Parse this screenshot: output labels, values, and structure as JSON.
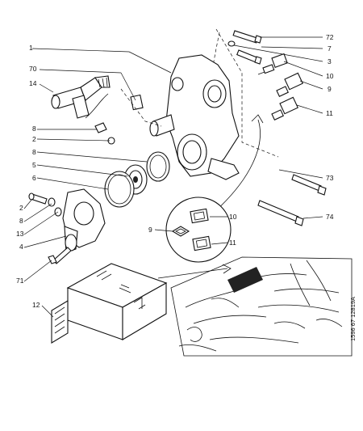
{
  "callouts": {
    "c1": "1",
    "c70": "70",
    "c14": "14",
    "c8a": "8",
    "c2a": "2",
    "c8b": "8",
    "c5": "5",
    "c6": "6",
    "c2b": "2",
    "c8c": "8",
    "c13": "13",
    "c4": "4",
    "c71": "71",
    "c12": "12",
    "c72": "72",
    "c7": "7",
    "c3": "3",
    "c10a": "10",
    "c9a": "9",
    "c11a": "11",
    "c73": "73",
    "c74": "74",
    "c9b": "9",
    "c10b": "10",
    "c11b": "11"
  },
  "reference_code": "1596 67 12819A"
}
